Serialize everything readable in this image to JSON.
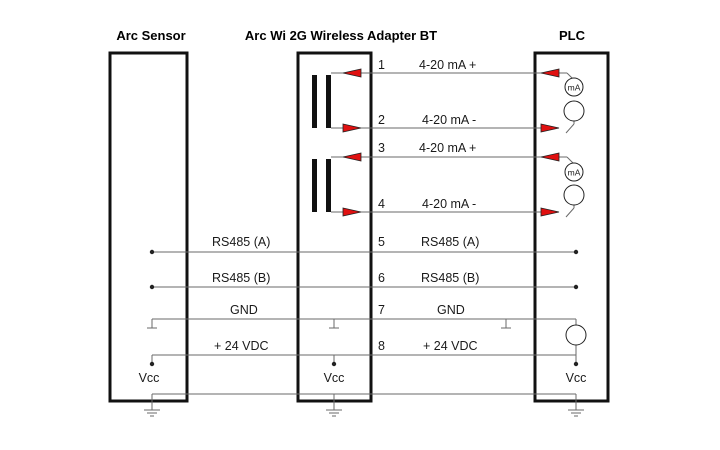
{
  "headers": {
    "sensor": "Arc Sensor",
    "adapter": "Arc Wi 2G Wireless Adapter BT",
    "plc": "PLC"
  },
  "terminals": [
    {
      "num": "1",
      "label": "4-20 mA +"
    },
    {
      "num": "2",
      "label": "4-20 mA -"
    },
    {
      "num": "3",
      "label": "4-20 mA +"
    },
    {
      "num": "4",
      "label": "4-20 mA -"
    },
    {
      "num": "5",
      "label": "RS485 (A)"
    },
    {
      "num": "6",
      "label": "RS485 (B)"
    },
    {
      "num": "7",
      "label": "GND"
    },
    {
      "num": "8",
      "label": "+ 24 VDC"
    }
  ],
  "left_labels": {
    "rs485a": "RS485 (A)",
    "rs485b": "RS485 (B)",
    "gnd": "GND",
    "vdc": "+ 24 VDC"
  },
  "vcc": {
    "sensor": "Vcc",
    "adapter": "Vcc",
    "plc": "Vcc"
  },
  "meter_label": "mA",
  "colors": {
    "arrow": "#e01010",
    "box": "#111111",
    "wire": "#6a6a6a"
  }
}
